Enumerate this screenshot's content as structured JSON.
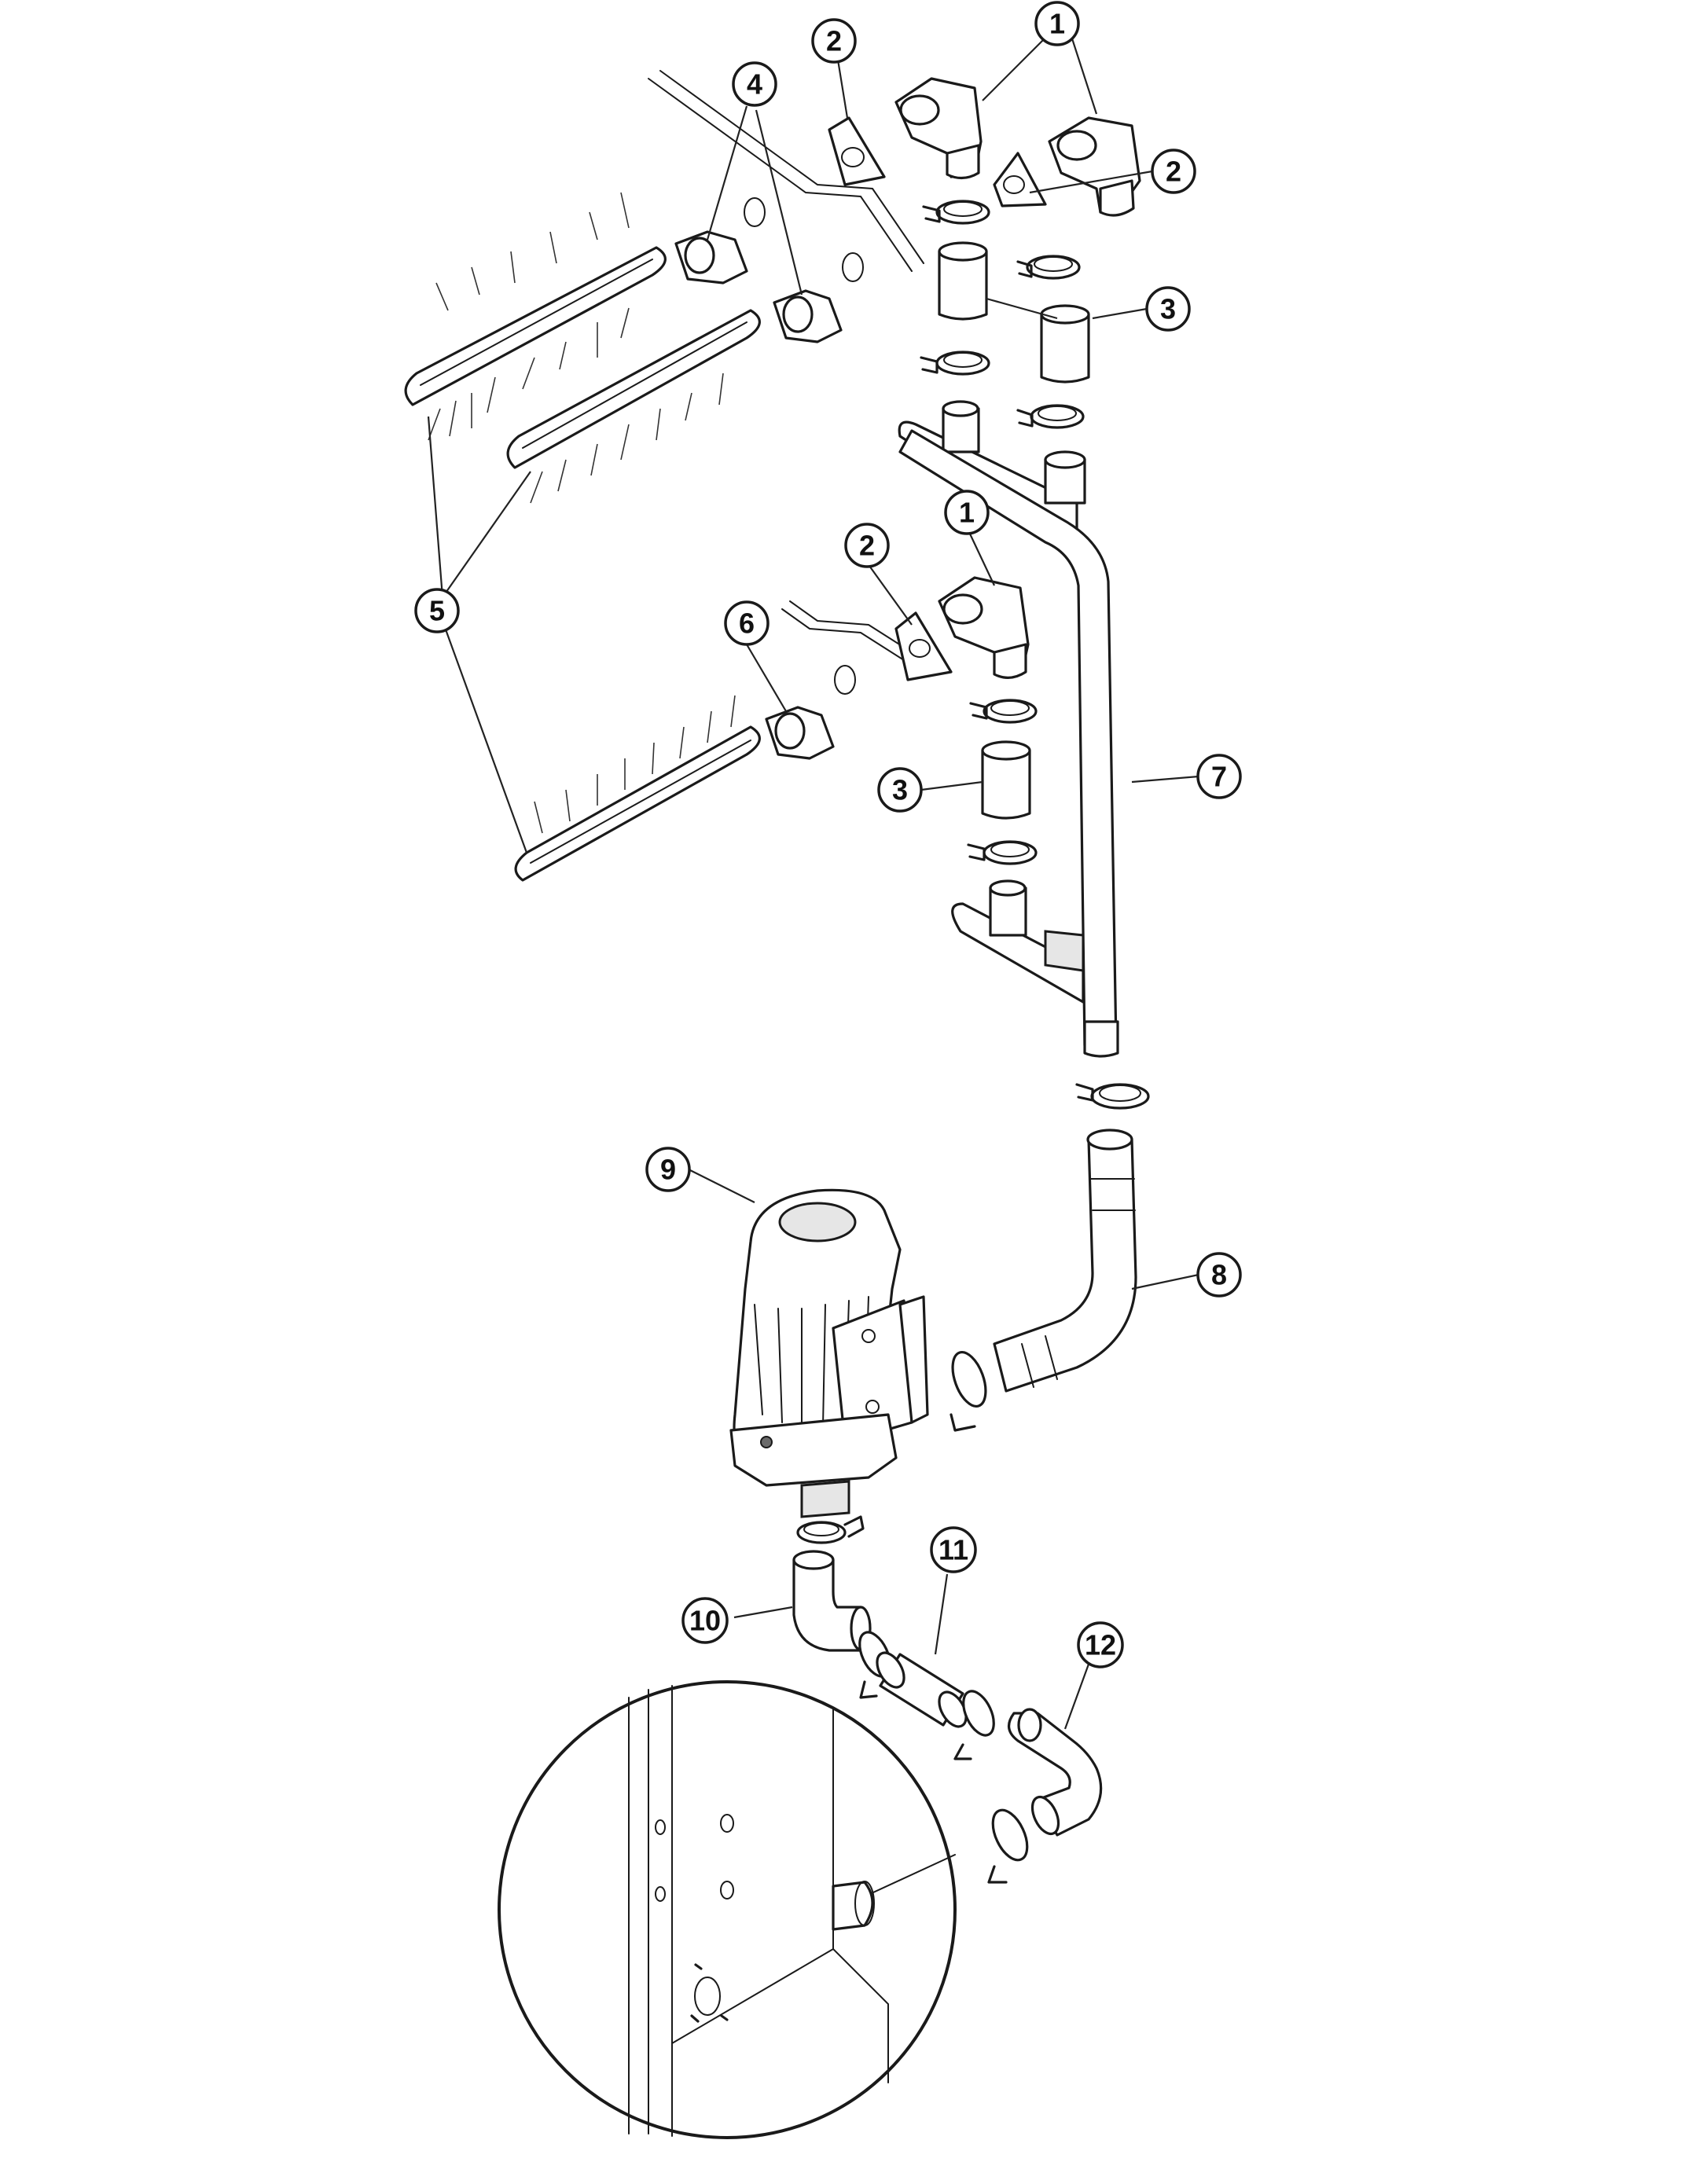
{
  "diagram": {
    "callouts": [
      {
        "id": "c1a",
        "label": "1"
      },
      {
        "id": "c2a",
        "label": "2"
      },
      {
        "id": "c2b",
        "label": "2"
      },
      {
        "id": "c3a",
        "label": "3"
      },
      {
        "id": "c4",
        "label": "4"
      },
      {
        "id": "c5",
        "label": "5"
      },
      {
        "id": "c1b",
        "label": "1"
      },
      {
        "id": "c2c",
        "label": "2"
      },
      {
        "id": "c6",
        "label": "6"
      },
      {
        "id": "c3b",
        "label": "3"
      },
      {
        "id": "c7",
        "label": "7"
      },
      {
        "id": "c9",
        "label": "9"
      },
      {
        "id": "c8",
        "label": "8"
      },
      {
        "id": "c11",
        "label": "11"
      },
      {
        "id": "c10",
        "label": "10"
      },
      {
        "id": "c12",
        "label": "12"
      }
    ]
  }
}
